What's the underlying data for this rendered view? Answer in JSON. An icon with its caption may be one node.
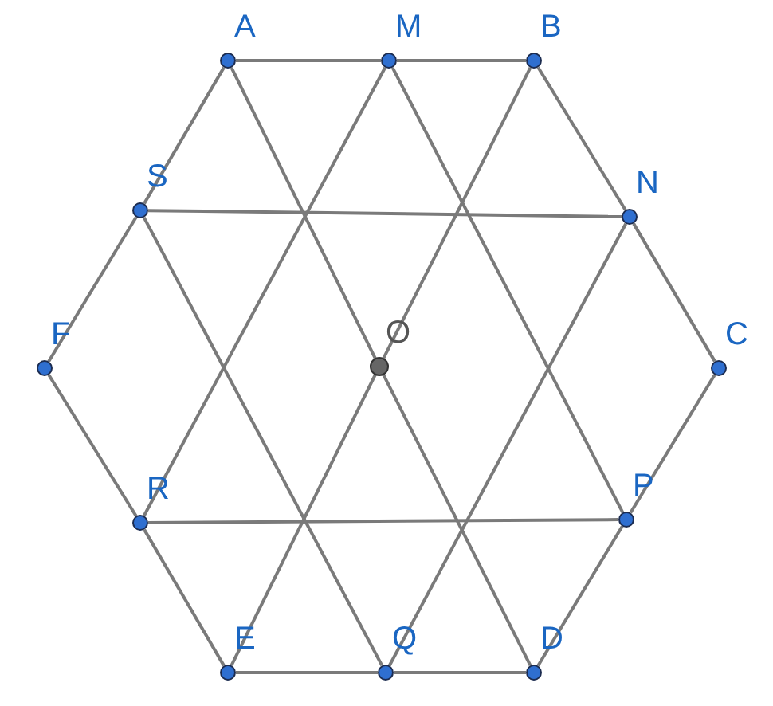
{
  "diagram": {
    "nodes": [
      {
        "text": [
          "A"
        ]
      },
      {
        "text": [
          "M"
        ]
      },
      {
        "text": [
          "B"
        ]
      },
      {
        "text": [
          "S"
        ]
      },
      {
        "text": [
          "N"
        ]
      },
      {
        "text": [
          "F"
        ]
      },
      {
        "text": [
          "O"
        ]
      },
      {
        "text": [
          "C"
        ]
      },
      {
        "text": [
          "R"
        ]
      },
      {
        "text": [
          "P"
        ]
      },
      {
        "text": [
          "E"
        ]
      },
      {
        "text": [
          "Q"
        ]
      },
      {
        "text": [
          "D"
        ]
      }
    ],
    "edges": [
      {
        "from": 0,
        "to": 1,
        "arrow": "none"
      },
      {
        "from": 1,
        "to": 2,
        "arrow": "none"
      },
      {
        "from": 2,
        "to": 4,
        "arrow": "none"
      },
      {
        "from": 4,
        "to": 7,
        "arrow": "none"
      },
      {
        "from": 7,
        "to": 9,
        "arrow": "none"
      },
      {
        "from": 9,
        "to": 12,
        "arrow": "none"
      },
      {
        "from": 12,
        "to": 11,
        "arrow": "none"
      },
      {
        "from": 11,
        "to": 10,
        "arrow": "none"
      },
      {
        "from": 10,
        "to": 8,
        "arrow": "none"
      },
      {
        "from": 8,
        "to": 5,
        "arrow": "none"
      },
      {
        "from": 5,
        "to": 3,
        "arrow": "none"
      },
      {
        "from": 3,
        "to": 0,
        "arrow": "none"
      },
      {
        "from": 3,
        "to": 4,
        "arrow": "none"
      },
      {
        "from": 8,
        "to": 9,
        "arrow": "none"
      },
      {
        "from": 0,
        "to": 6,
        "arrow": "none"
      },
      {
        "from": 6,
        "to": 12,
        "arrow": "none"
      },
      {
        "from": 2,
        "to": 6,
        "arrow": "none"
      },
      {
        "from": 6,
        "to": 10,
        "arrow": "none"
      },
      {
        "from": 1,
        "to": 8,
        "arrow": "none"
      },
      {
        "from": 1,
        "to": 9,
        "arrow": "none"
      },
      {
        "from": 3,
        "to": 11,
        "arrow": "none"
      },
      {
        "from": 4,
        "to": 11,
        "arrow": "none"
      }
    ]
  }
}
